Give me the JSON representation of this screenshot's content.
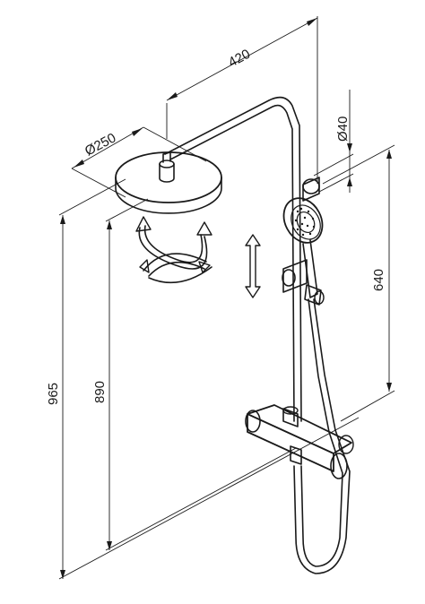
{
  "dimensions": {
    "arm_reach": "420",
    "head_diameter": "Ø250",
    "pipe_diameter": "Ø40",
    "slide_bar_height": "640",
    "head_to_mixer_height": "890",
    "total_height": "965"
  },
  "icons": {
    "swivel": "rotation-arrows-icon",
    "slide": "vertical-double-arrow-icon"
  },
  "colors": {
    "line": "#1a1a1a",
    "background": "#ffffff"
  }
}
